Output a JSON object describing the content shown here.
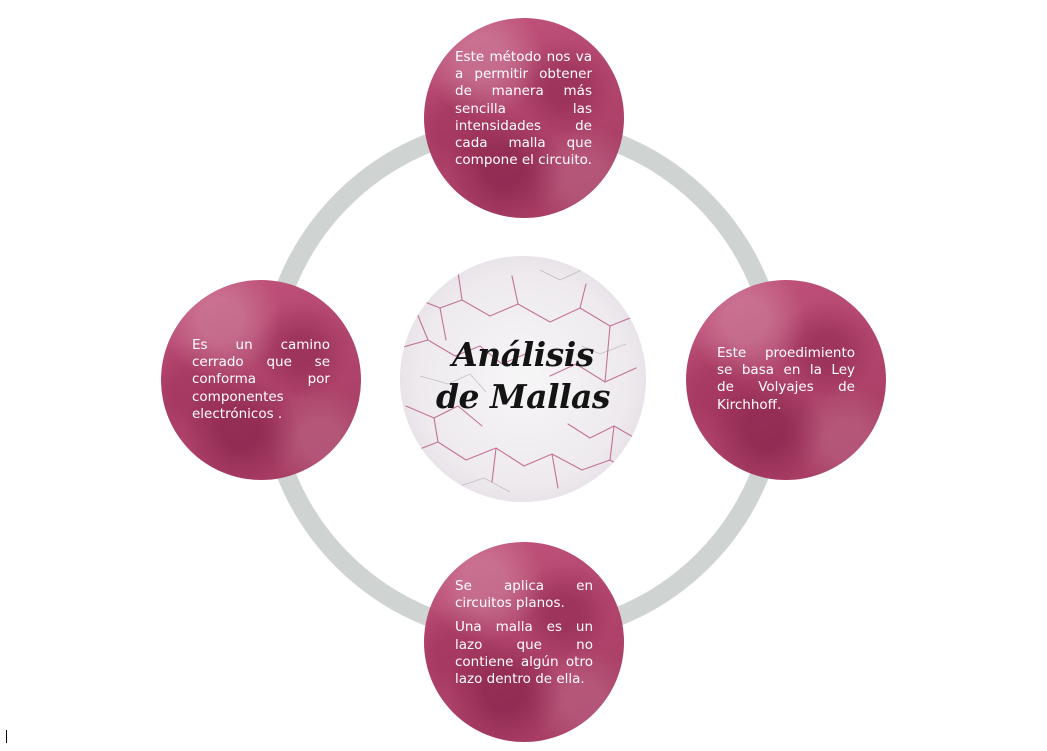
{
  "diagram": {
    "center": {
      "title_line1": "Análisis",
      "title_line2": "de Mallas"
    },
    "nodes": {
      "top": {
        "paragraphs": [
          "Este método nos va a permitir obtener de manera más sencilla las intensidades de cada malla que compone el circuito."
        ]
      },
      "right": {
        "paragraphs": [
          "Este proedimiento se basa en la Ley de Volyajes de Kirchhoff."
        ]
      },
      "bottom": {
        "paragraphs": [
          "Se aplica en circuitos planos.",
          "Una malla es un lazo que no contiene algún otro lazo dentro de ella."
        ]
      },
      "left": {
        "paragraphs": [
          "Es un camino cerrado que se conforma por componentes electrónicos ."
        ]
      }
    },
    "colors": {
      "node_fill": "#b1456d",
      "ring": "#cfd4d3",
      "center_fill": "#f4f2f4",
      "marble_vein": "#b34b78",
      "title_text": "#141414",
      "node_text": "#ffffff"
    }
  }
}
